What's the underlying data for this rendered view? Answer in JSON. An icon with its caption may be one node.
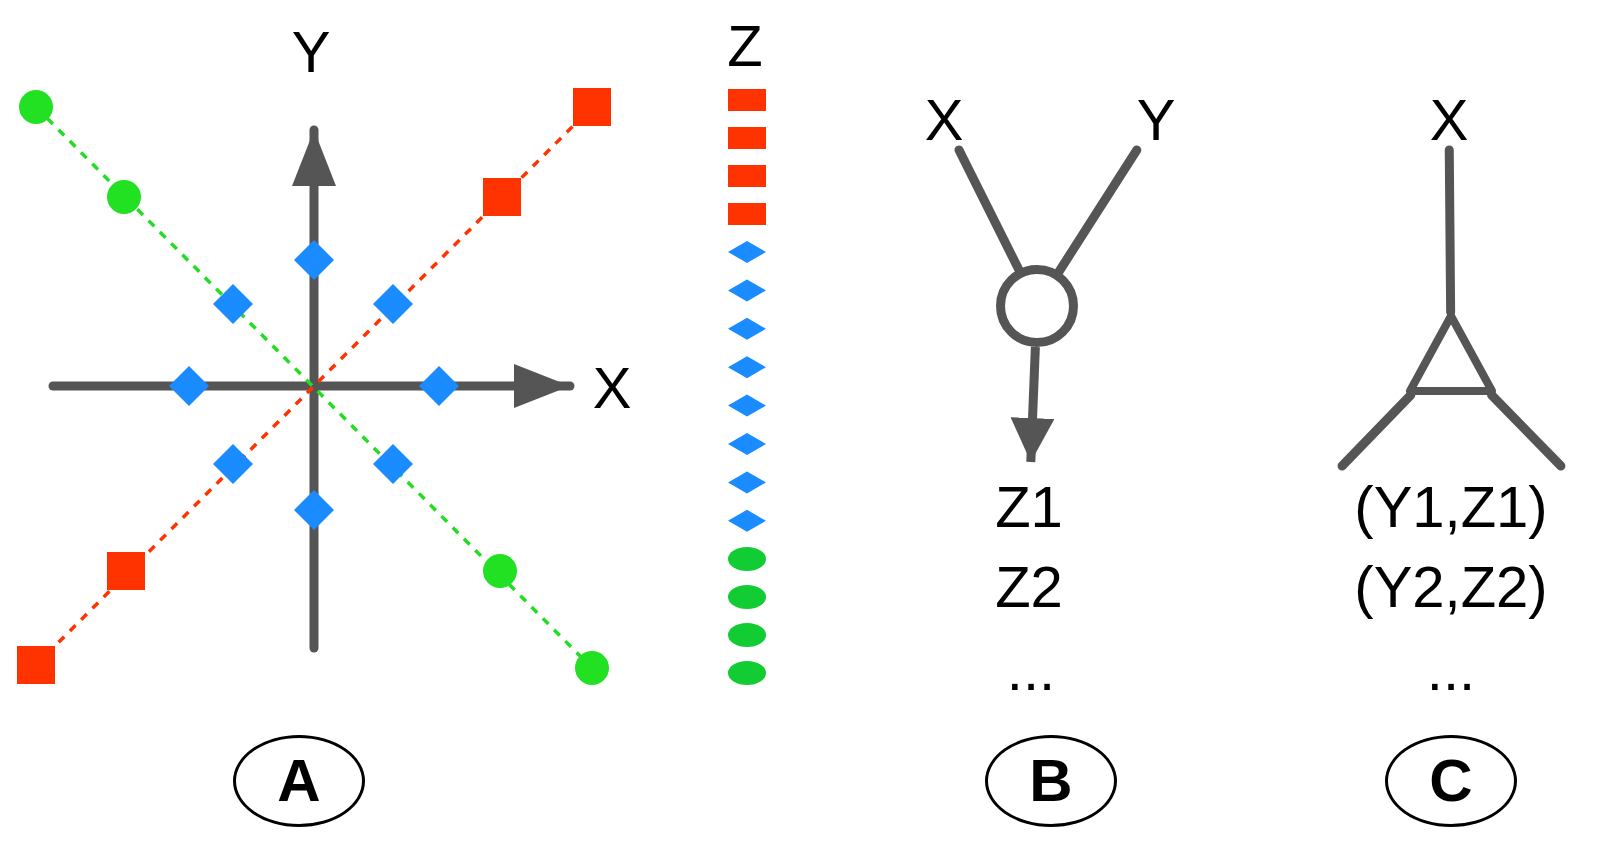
{
  "diagram": {
    "nodes": [
      {
        "text": [
          "X"
        ]
      },
      {
        "text": [
          "Y"
        ]
      },
      {
        "text": [
          "X"
        ]
      },
      {
        "text": [],
        "shape": "circle"
      },
      {
        "text": [],
        "shape": "triangle"
      },
      {
        "text": [
          "Z1"
        ]
      },
      {
        "text": [
          "(Y1,Z1)"
        ]
      },
      {
        "text": [
          "A"
        ]
      },
      {
        "text": [
          "B"
        ]
      },
      {
        "text": [
          "C"
        ]
      }
    ],
    "edges": [
      {
        "from": 0,
        "to": 3,
        "arrow": "none"
      },
      {
        "from": 1,
        "to": 3,
        "arrow": "none"
      },
      {
        "from": 3,
        "to": 5,
        "arrow": "to"
      },
      {
        "from": 2,
        "to": 4,
        "arrow": "none"
      },
      {
        "from": 4,
        "to": 6,
        "arrow": "none"
      },
      {
        "from": 4,
        "to": 6,
        "arrow": "none"
      }
    ],
    "labels": [
      "Y",
      "Z",
      "X",
      "Z2",
      "(Y2,Z2)",
      "...",
      "..."
    ]
  }
}
